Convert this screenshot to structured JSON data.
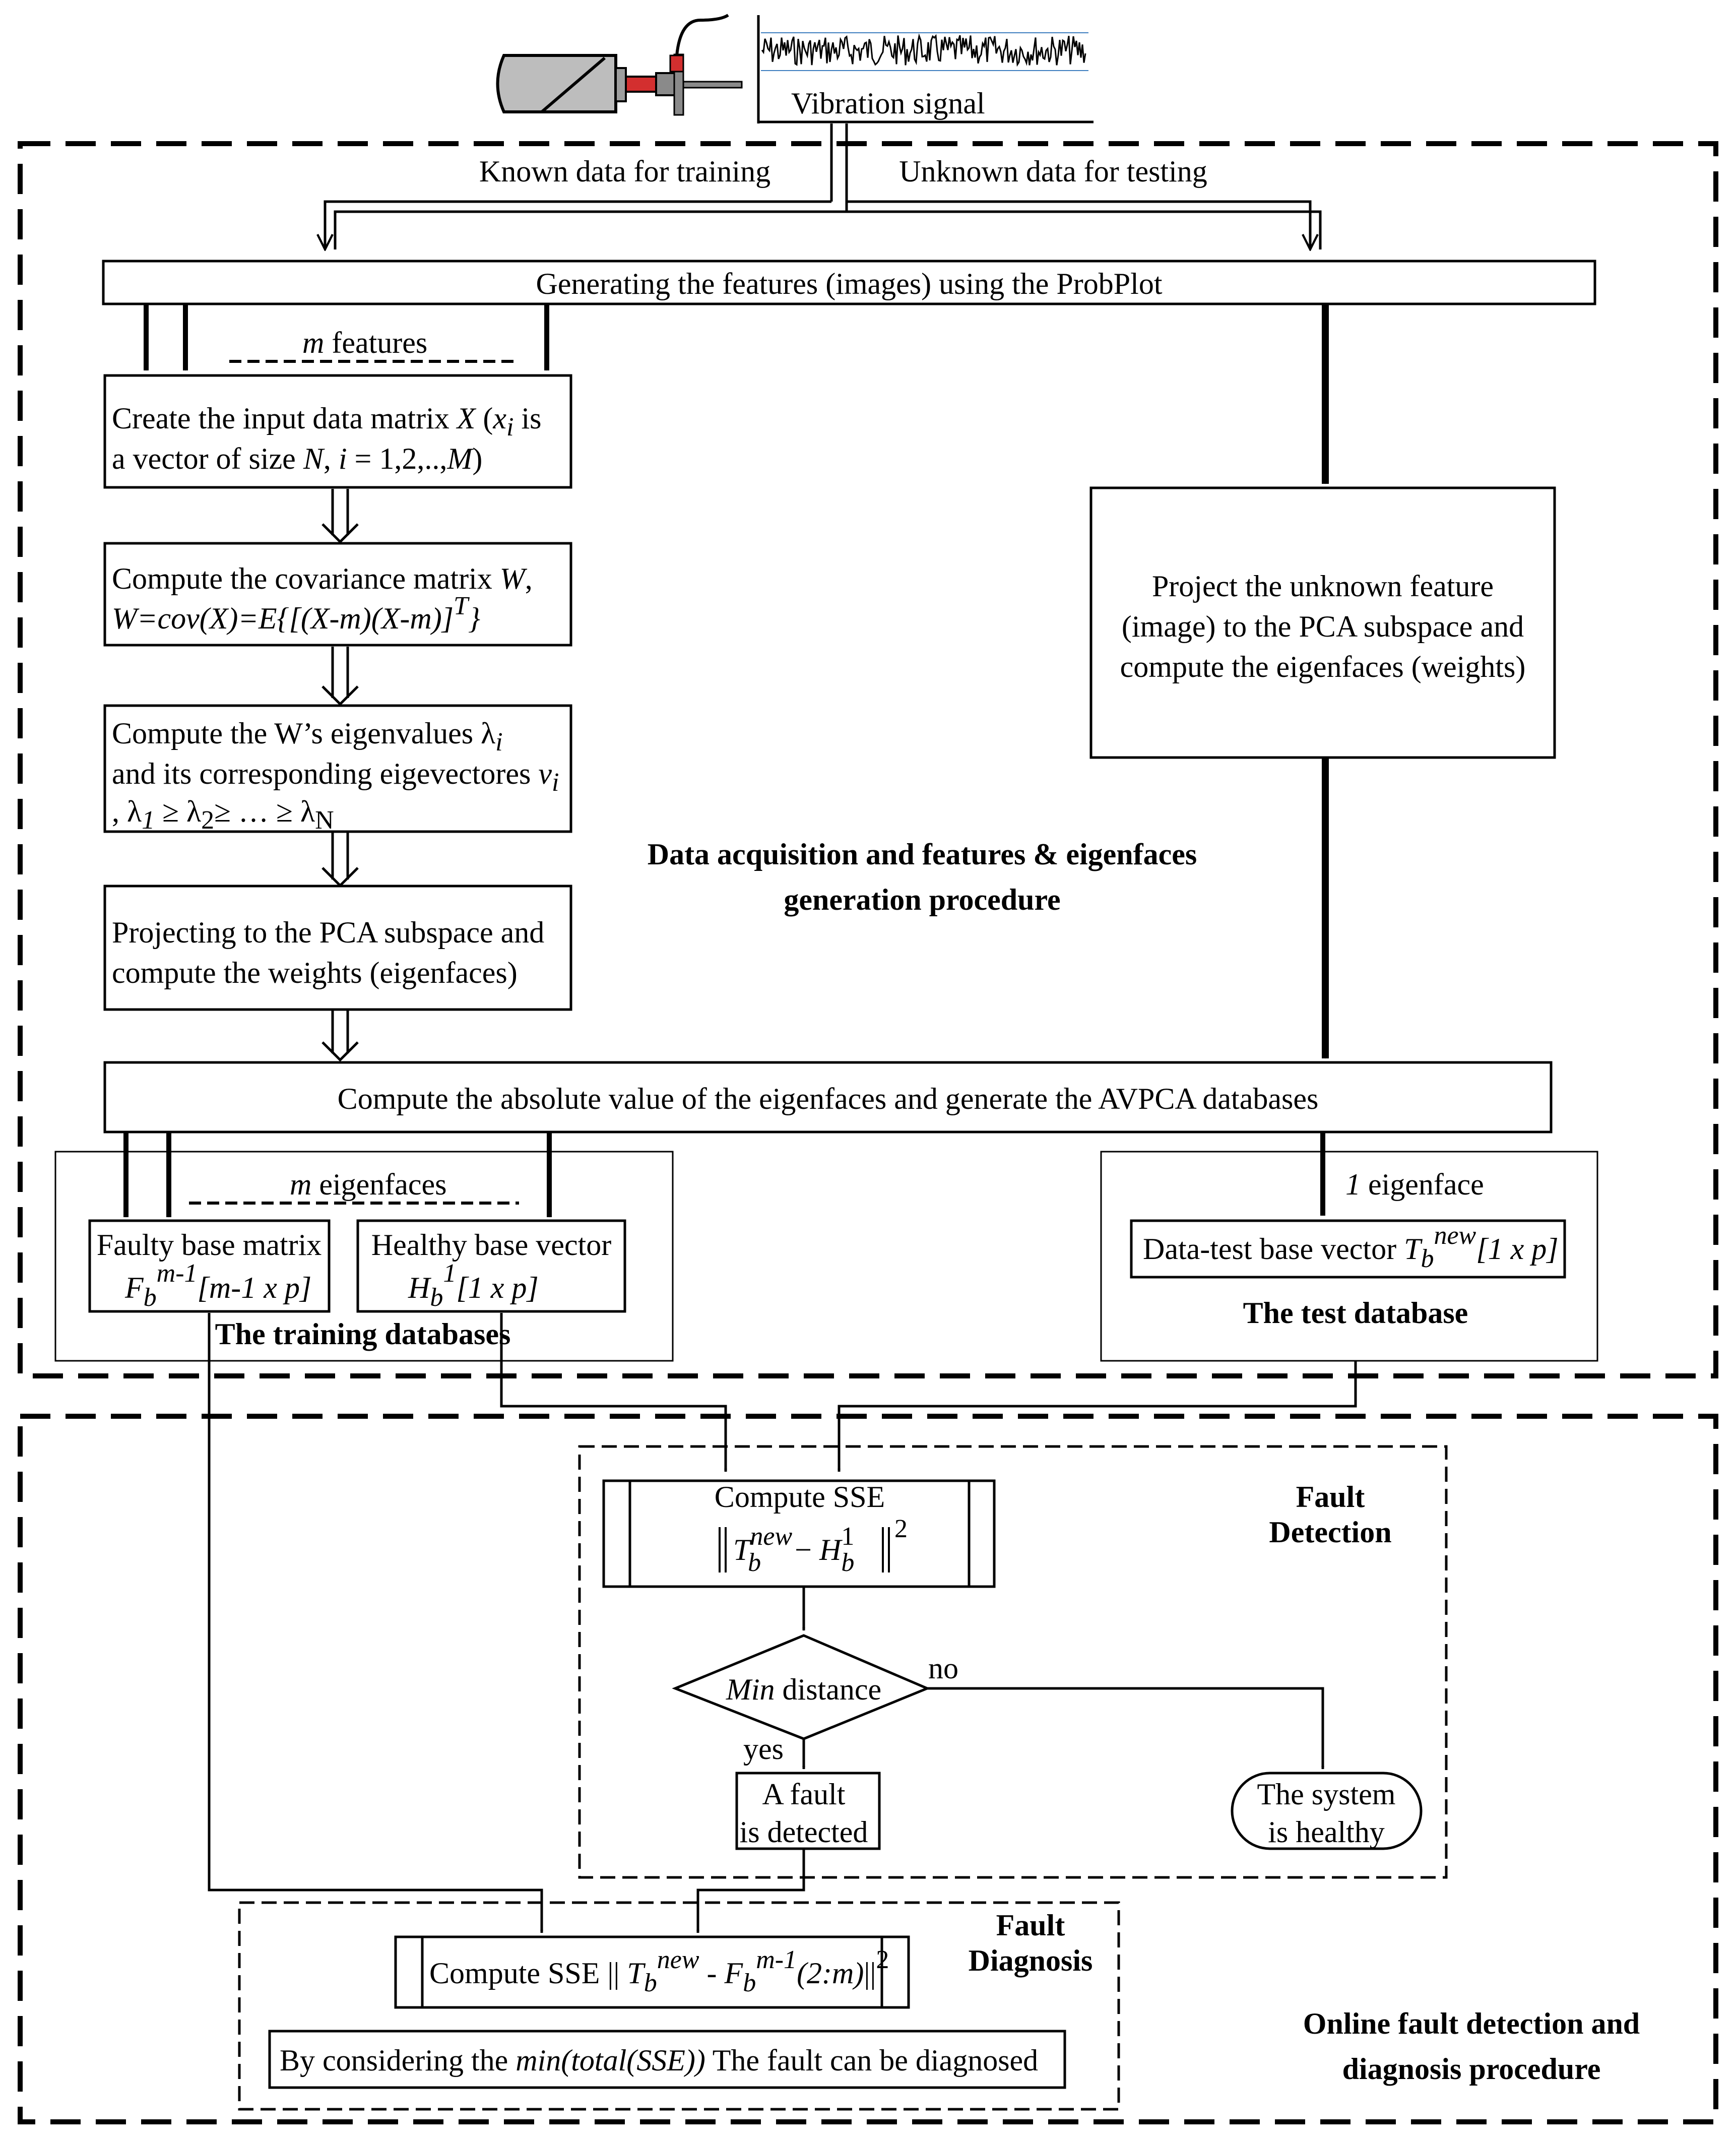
{
  "signal": {
    "label": "Vibration signal"
  },
  "branches": {
    "training_label": "Known data for training",
    "testing_label": "Unknown data for testing"
  },
  "features": {
    "label": "Generating the features (images) using the ProbPlot",
    "m_symbol": "m",
    "m_text": " features"
  },
  "steps": {
    "create_matrix": {
      "l1_a": "Create the input data matrix ",
      "l1_X": "X",
      "l1_b": " (",
      "l1_x": "x",
      "l1_i": "i",
      "l1_c": "  is",
      "l2_a": "a vector of size ",
      "l2_N": "N",
      "l2_b": ", ",
      "l2_i": "i",
      "l2_c": " = 1,2,..,",
      "l2_M": "M",
      "l2_d": ")"
    },
    "covariance": {
      "l1_a": "Compute the covariance matrix ",
      "l1_W": "W",
      "l1_b": ",",
      "l2": "W=cov(X)=E{[(X-m)(X-m)]",
      "l2_T": "T",
      "l2_end": "}"
    },
    "eigen": {
      "l1_a": "Compute the W’s eigenvalues λ",
      "l1_i": "i",
      "l2_a": "and its corresponding eigevectores ",
      "l2_v": "v",
      "l2_i": "i",
      "l3_a": " , λ",
      "l3_1": "1",
      "l3_b": " ≥ λ",
      "l3_2": "2",
      "l3_c": "≥ … ≥ λ",
      "l3_N": "N"
    },
    "projecting": {
      "l1": "Projecting to the PCA subspace and",
      "l2": "compute the weights (eigenfaces)"
    },
    "project_unknown": {
      "l1": "Project the unknown feature",
      "l2": "(image) to the PCA subspace and",
      "l3": "compute the eigenfaces (weights)"
    },
    "absolute": "Compute the absolute value of the eigenfaces and generate the AVPCA databases"
  },
  "section_titles": {
    "acquisition_l1": "Data acquisition and features & eigenfaces",
    "acquisition_l2": "generation procedure",
    "online_l1": "Online fault detection and",
    "online_l2": "diagnosis procedure"
  },
  "training_db": {
    "m_symbol": "m",
    "m_text": " eigenfaces",
    "faulty_title": "Faulty base matrix",
    "faulty_F": "F",
    "faulty_b": "b",
    "faulty_sup": "m-1",
    "faulty_dim": "[m-1 x p]",
    "healthy_title": "Healthy base vector",
    "healthy_H": "H",
    "healthy_b": "b",
    "healthy_sup": "1",
    "healthy_dim": "[1 x p]",
    "title": "The training databases"
  },
  "test_db": {
    "count_symbol": "1",
    "count_text": " eigenface",
    "vector_label": "Data-test base vector ",
    "vector_T": "T",
    "vector_b": "b",
    "vector_sup": "new",
    "vector_dim": "[1 x p]",
    "title": "The test database"
  },
  "detection": {
    "title_l1": "Fault",
    "title_l2": "Detection",
    "sse_label": "Compute SSE",
    "formula_T": "T",
    "formula_new": "new",
    "formula_b1": "b",
    "formula_minus": " − ",
    "formula_H": "H",
    "formula_1": "1",
    "formula_b2": "b",
    "formula_pow": "2",
    "decision_a": "Min",
    "decision_b": " distance",
    "no_label": "no",
    "yes_label": "yes",
    "fault_l1": "A fault",
    "fault_l2": "is detected",
    "healthy_l1": "The system",
    "healthy_l2": "is healthy"
  },
  "diagnosis": {
    "title_l1": "Fault",
    "title_l2": "Diagnosis",
    "sse_a": "Compute SSE || ",
    "sse_T": "T",
    "sse_b1": "b",
    "sse_new": "new",
    "sse_mid": " - ",
    "sse_F": "F",
    "sse_b2": "b",
    "sse_m1": "m-1",
    "sse_range": "(2:m)",
    "sse_end": "||",
    "sse_pow": "2",
    "result_a": "By considering the ",
    "result_b": "min(total(SSE))",
    "result_c": " The fault can be diagnosed"
  }
}
